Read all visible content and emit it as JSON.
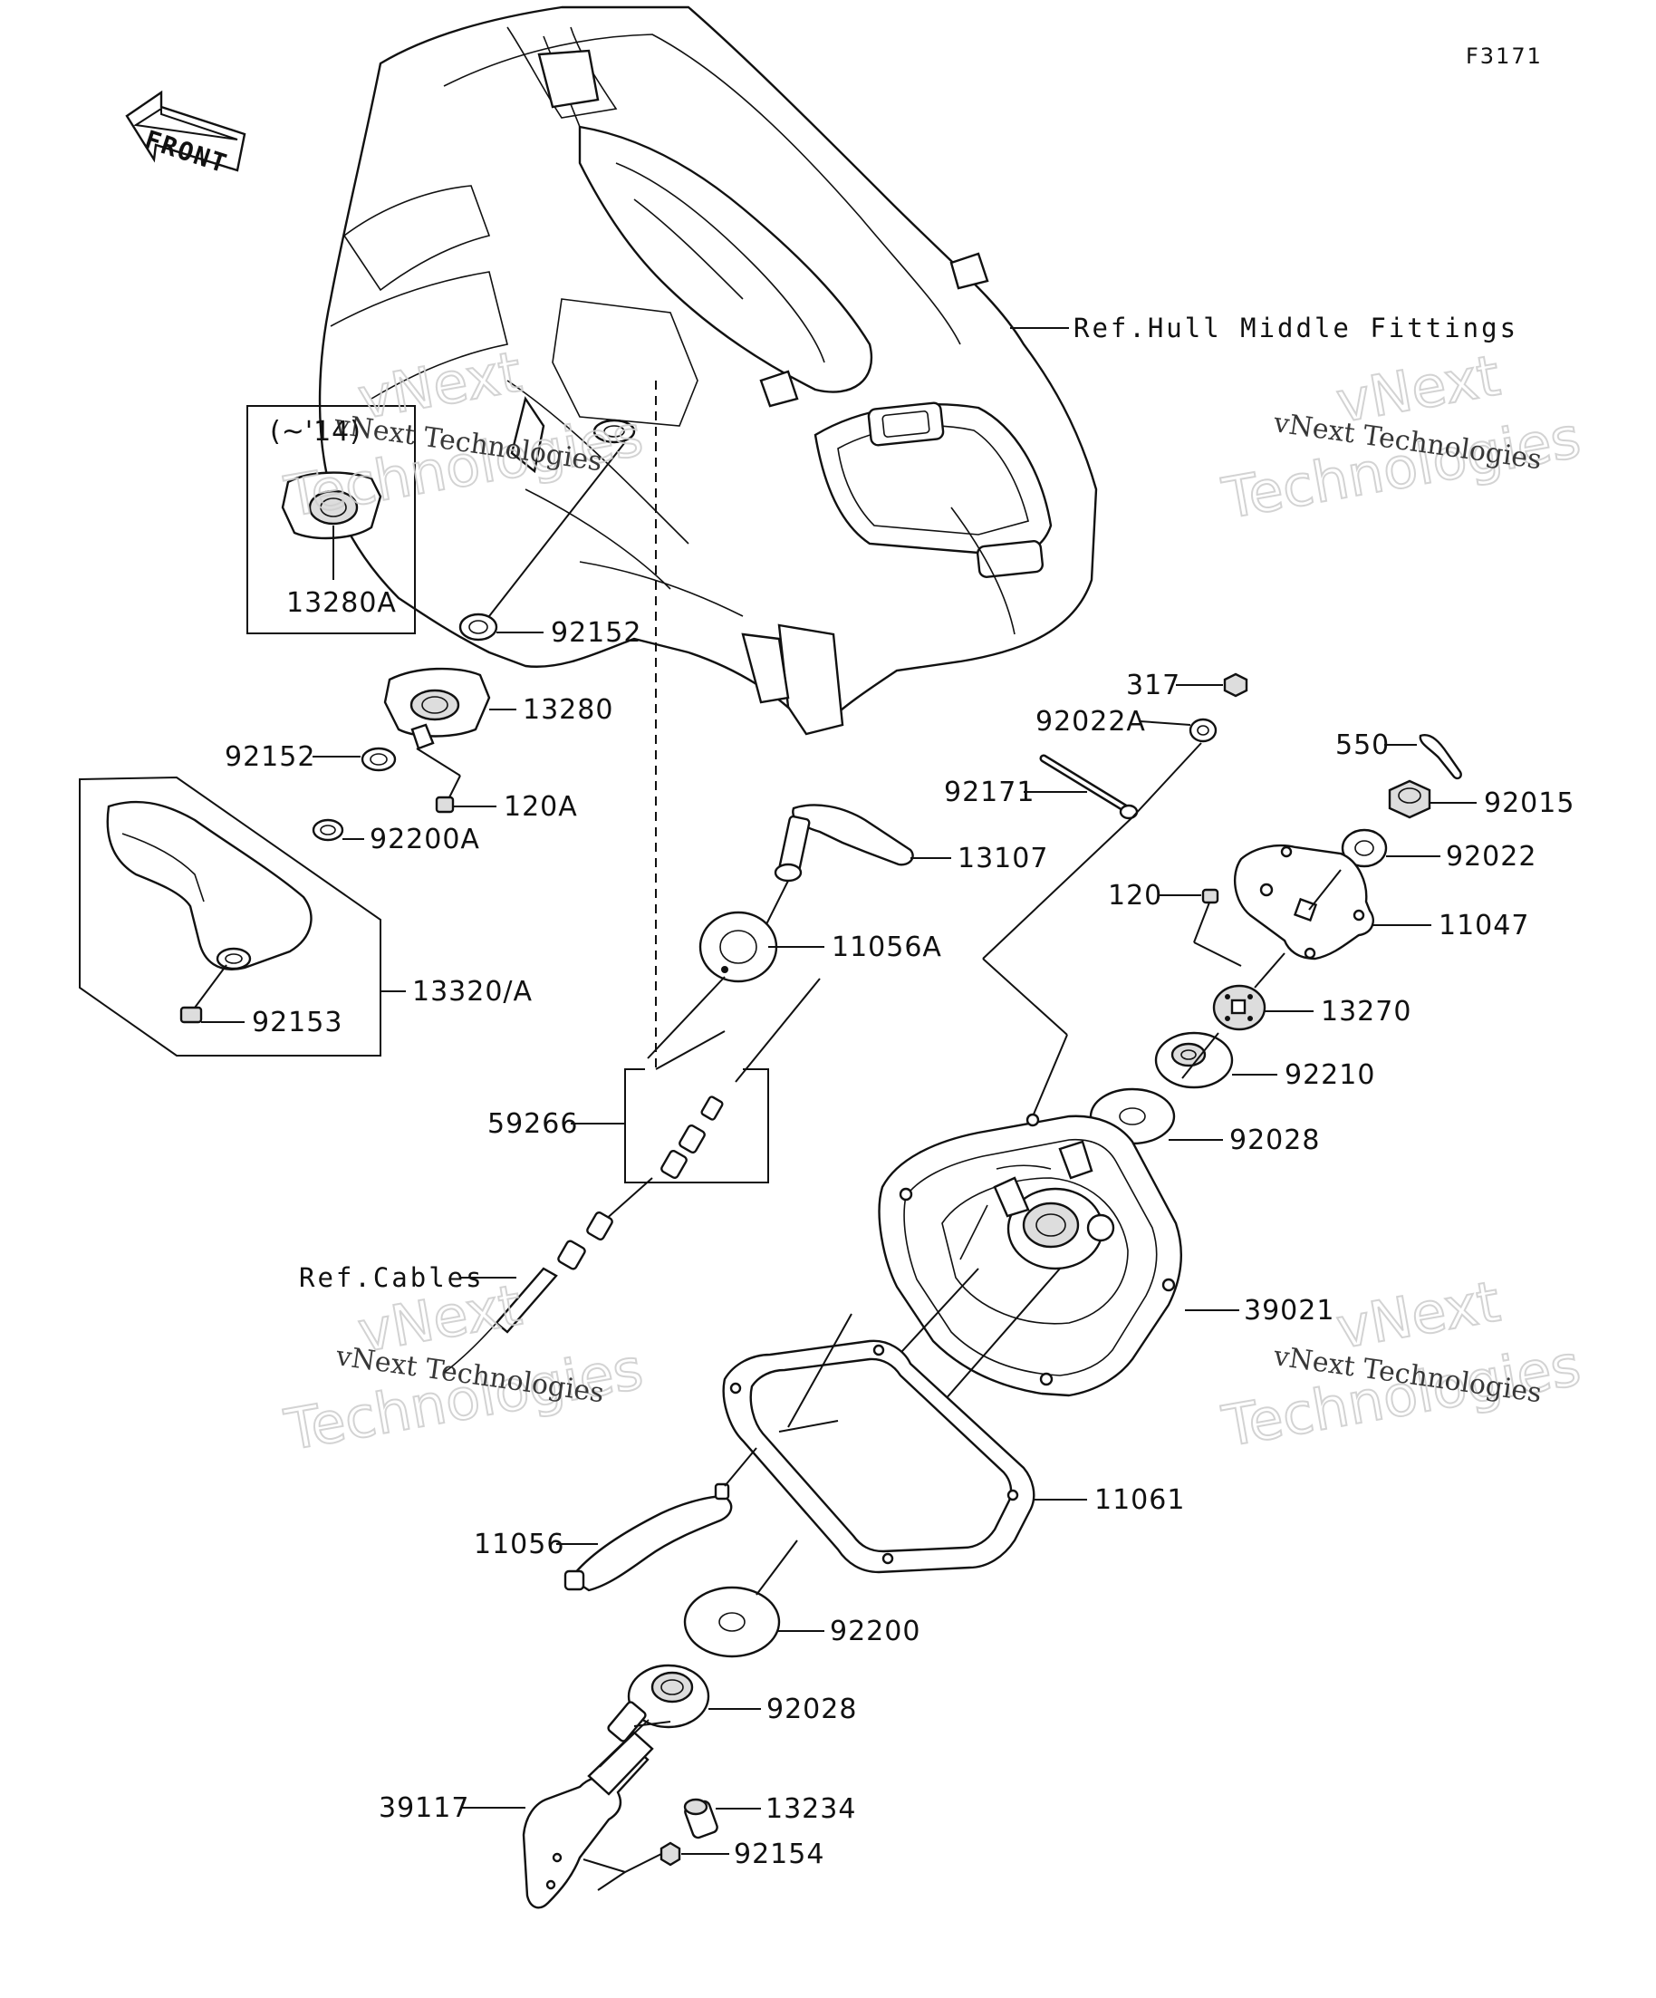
{
  "figure_code": "F3171",
  "front_label": "FRONT",
  "year_note": "(~'14)",
  "references": {
    "hull": "Ref.Hull Middle Fittings",
    "cables": "Ref.Cables"
  },
  "watermark": {
    "line1": "vNext",
    "line2": "Technologies",
    "caption": "vNext Technologies"
  },
  "parts": [
    "13280A",
    "92152",
    "13280",
    "92152",
    "120A",
    "92200A",
    "13320/A",
    "92153",
    "317",
    "92022A",
    "92171",
    "13107",
    "11056A",
    "550",
    "92015",
    "92022",
    "120",
    "11047",
    "13270",
    "92210",
    "92028",
    "59266",
    "39021",
    "11061",
    "11056",
    "92200",
    "92028",
    "39117",
    "13234",
    "92154"
  ]
}
